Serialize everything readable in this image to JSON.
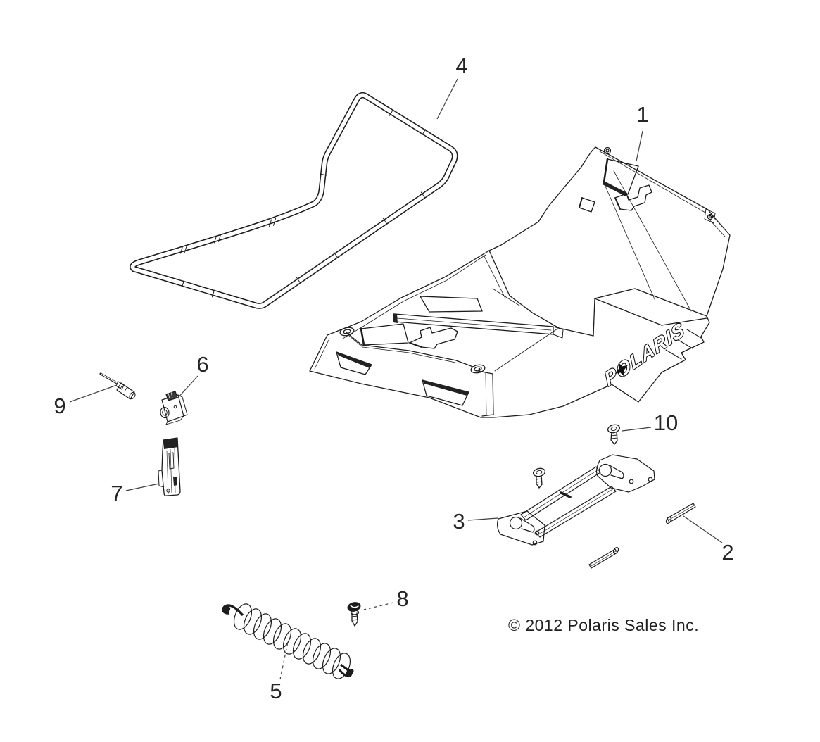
{
  "diagram": {
    "background_color": "#ffffff",
    "line_color": "#1c1c1c",
    "copyright": "© 2012 Polaris Sales Inc.",
    "logo_text": "POLARIS",
    "callouts": [
      {
        "label": "1"
      },
      {
        "label": "2"
      },
      {
        "label": "3"
      },
      {
        "label": "4"
      },
      {
        "label": "5"
      },
      {
        "label": "6"
      },
      {
        "label": "7"
      },
      {
        "label": "8"
      },
      {
        "label": "9"
      },
      {
        "label": "10"
      }
    ]
  }
}
